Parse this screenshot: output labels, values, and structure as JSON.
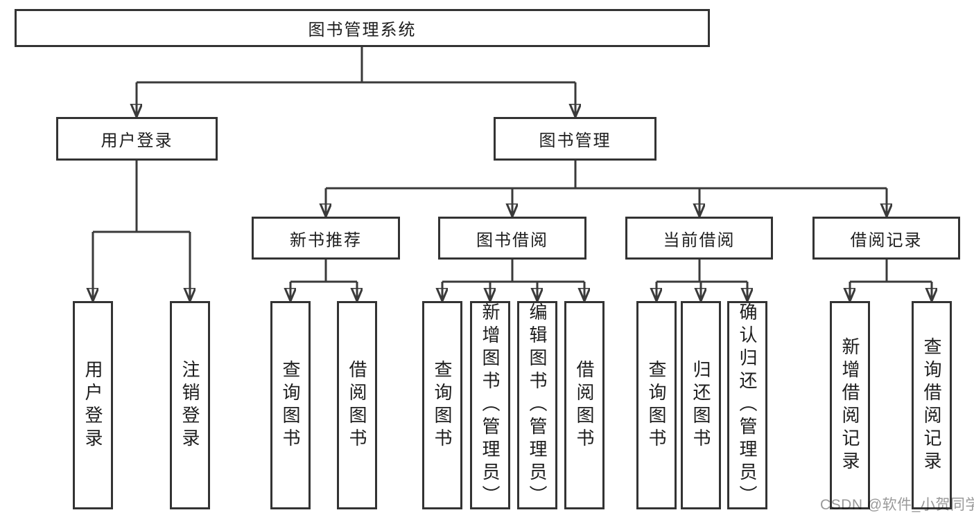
{
  "tree": {
    "root": {
      "label": "图书管理系统",
      "children": [
        {
          "label": "用户登录",
          "children": [
            {
              "label": "用户登录"
            },
            {
              "label": "注销登录"
            }
          ]
        },
        {
          "label": "图书管理",
          "children": [
            {
              "label": "新书推荐",
              "children": [
                {
                  "label": "查询图书"
                },
                {
                  "label": "借阅图书"
                }
              ]
            },
            {
              "label": "图书借阅",
              "children": [
                {
                  "label": "查询图书"
                },
                {
                  "label": "新增图书（管理员）"
                },
                {
                  "label": "编辑图书（管理员）"
                },
                {
                  "label": "借阅图书"
                }
              ]
            },
            {
              "label": "当前借阅",
              "children": [
                {
                  "label": "查询图书"
                },
                {
                  "label": "归还图书"
                },
                {
                  "label": "确认归还（管理员）"
                }
              ]
            },
            {
              "label": "借阅记录",
              "children": [
                {
                  "label": "新增借阅记录"
                },
                {
                  "label": "查询借阅记录"
                }
              ]
            }
          ]
        }
      ]
    }
  },
  "watermark": "CSDN @软件_小贺同学",
  "colors": {
    "line": "#3a3a3a",
    "box_border": "#333333",
    "text": "#1d1d1d",
    "watermark": "#999999",
    "background": "#ffffff"
  }
}
